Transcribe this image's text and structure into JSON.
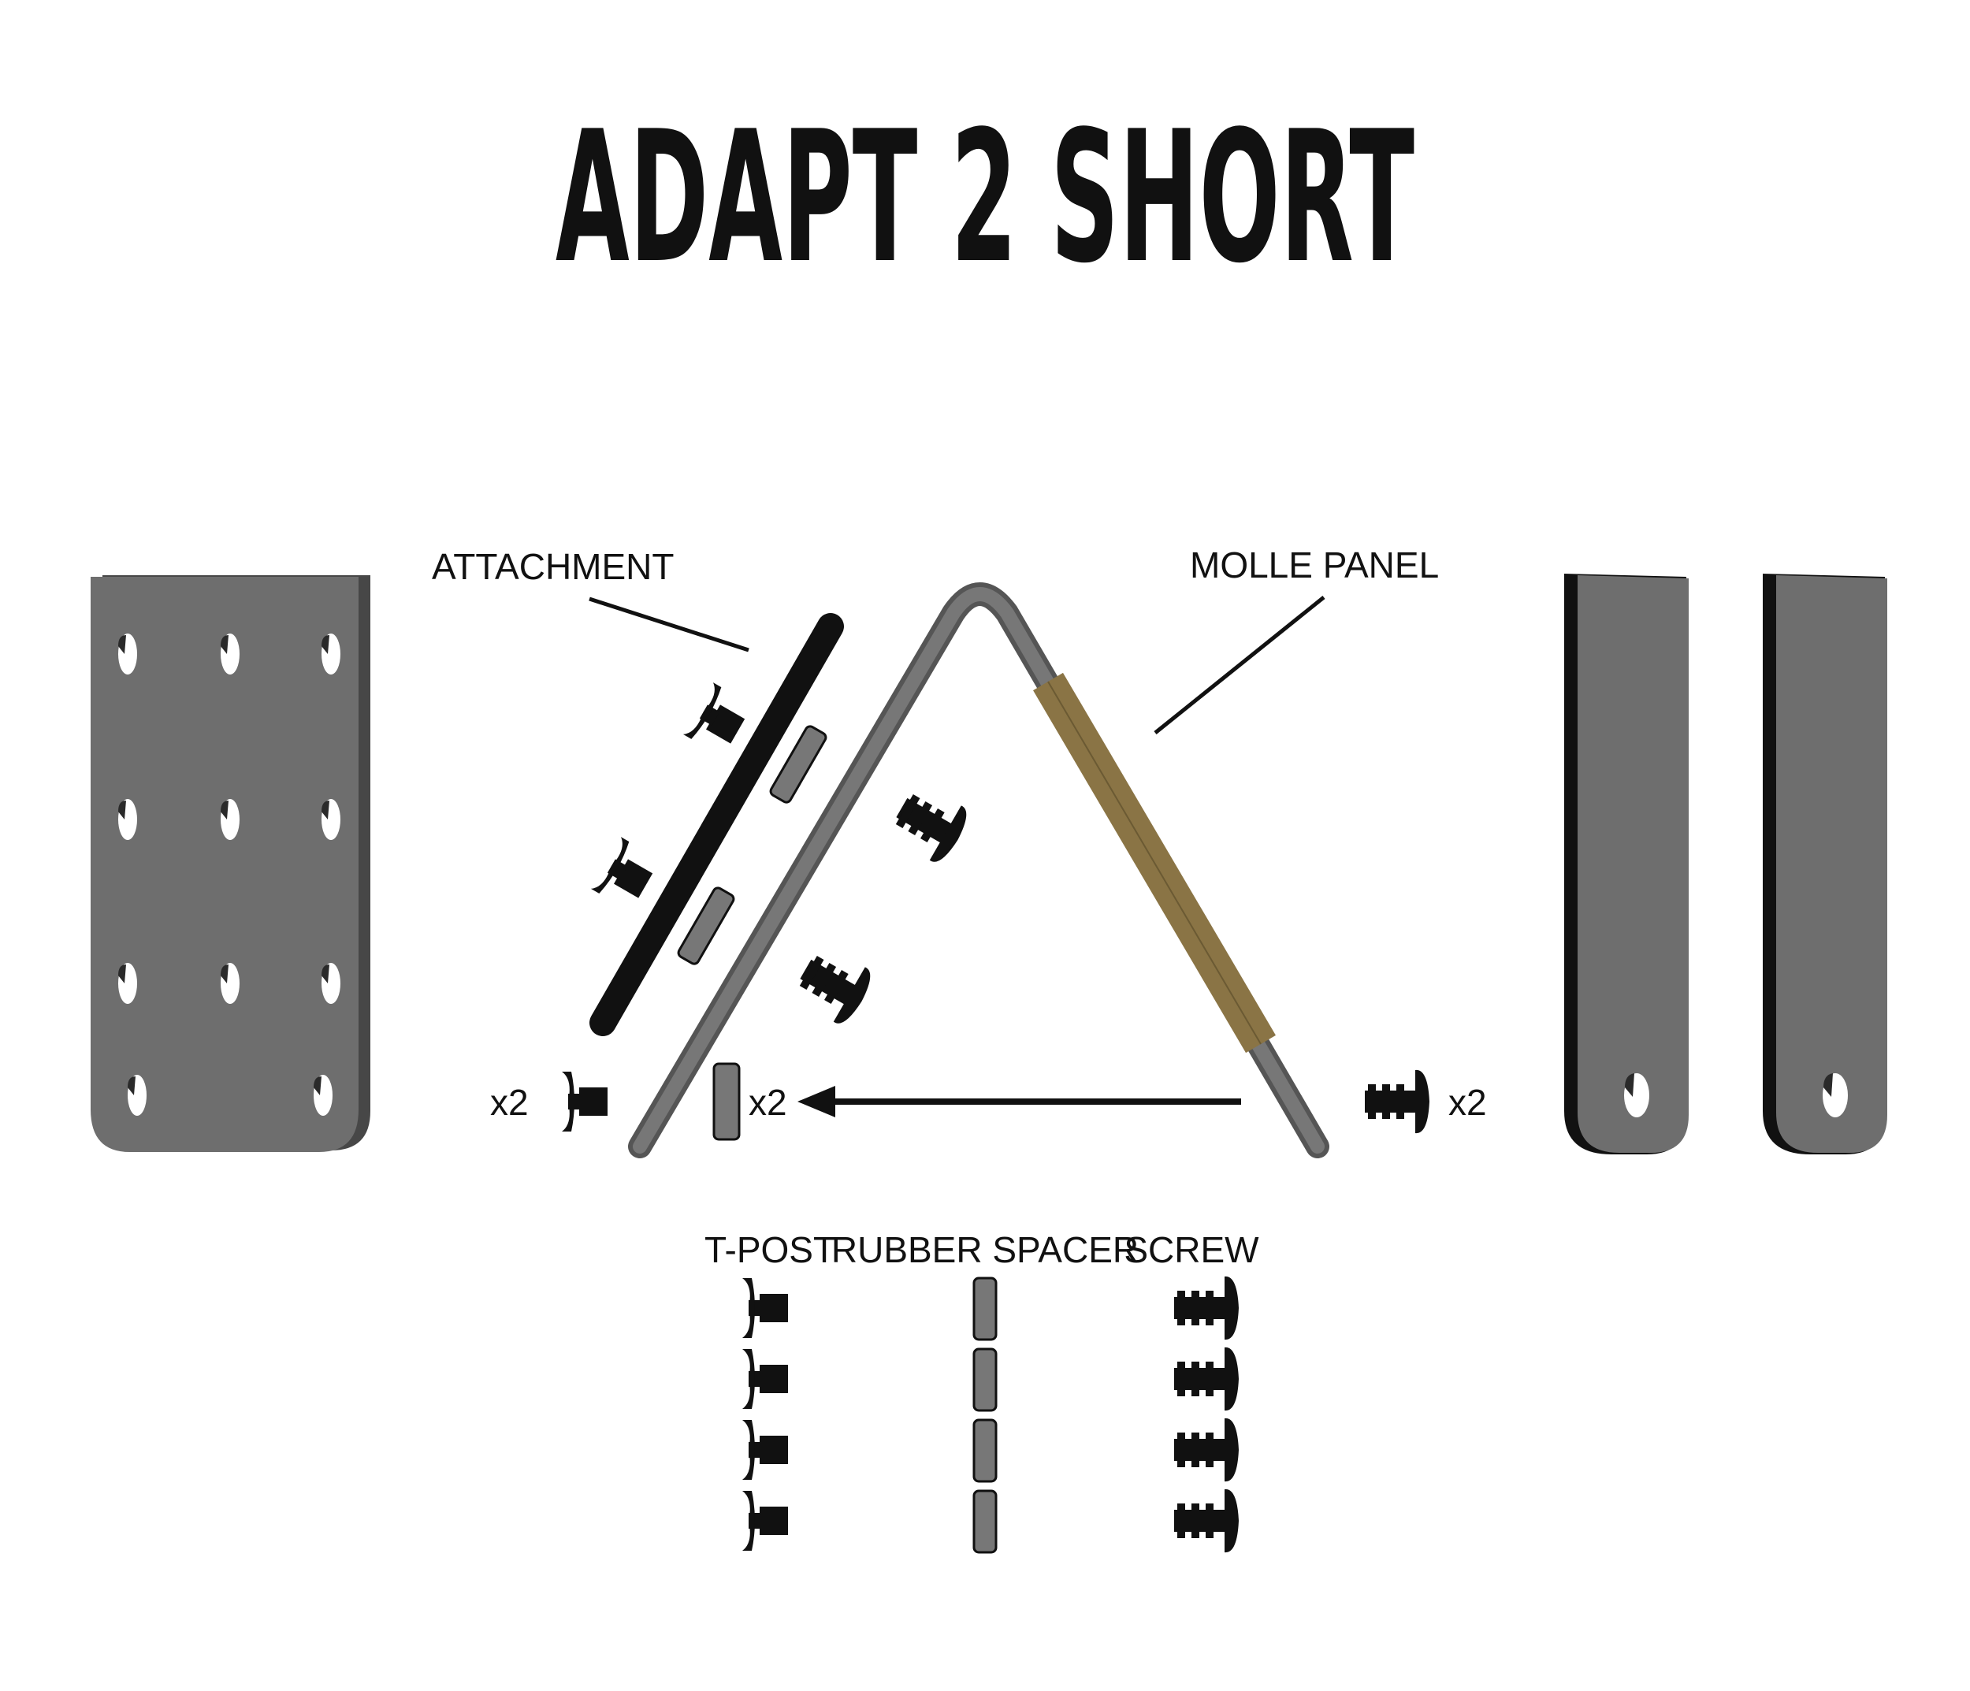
{
  "title": "ADAPT 2 SHORT",
  "callouts": {
    "attachment": "ATTACHMENT",
    "molle_panel": "MOLLE PANEL"
  },
  "quantities": {
    "tpost": "x2",
    "spacer": "x2",
    "screw": "x2"
  },
  "legend": {
    "tpost": "T-POST",
    "spacer": "RUBBER SPACER",
    "screw": "SCREW"
  },
  "colors": {
    "plate": "#6e6e6e",
    "plate_edge": "#474747",
    "strap": "#8a7445",
    "ink": "#111111",
    "spacer": "#777777"
  }
}
